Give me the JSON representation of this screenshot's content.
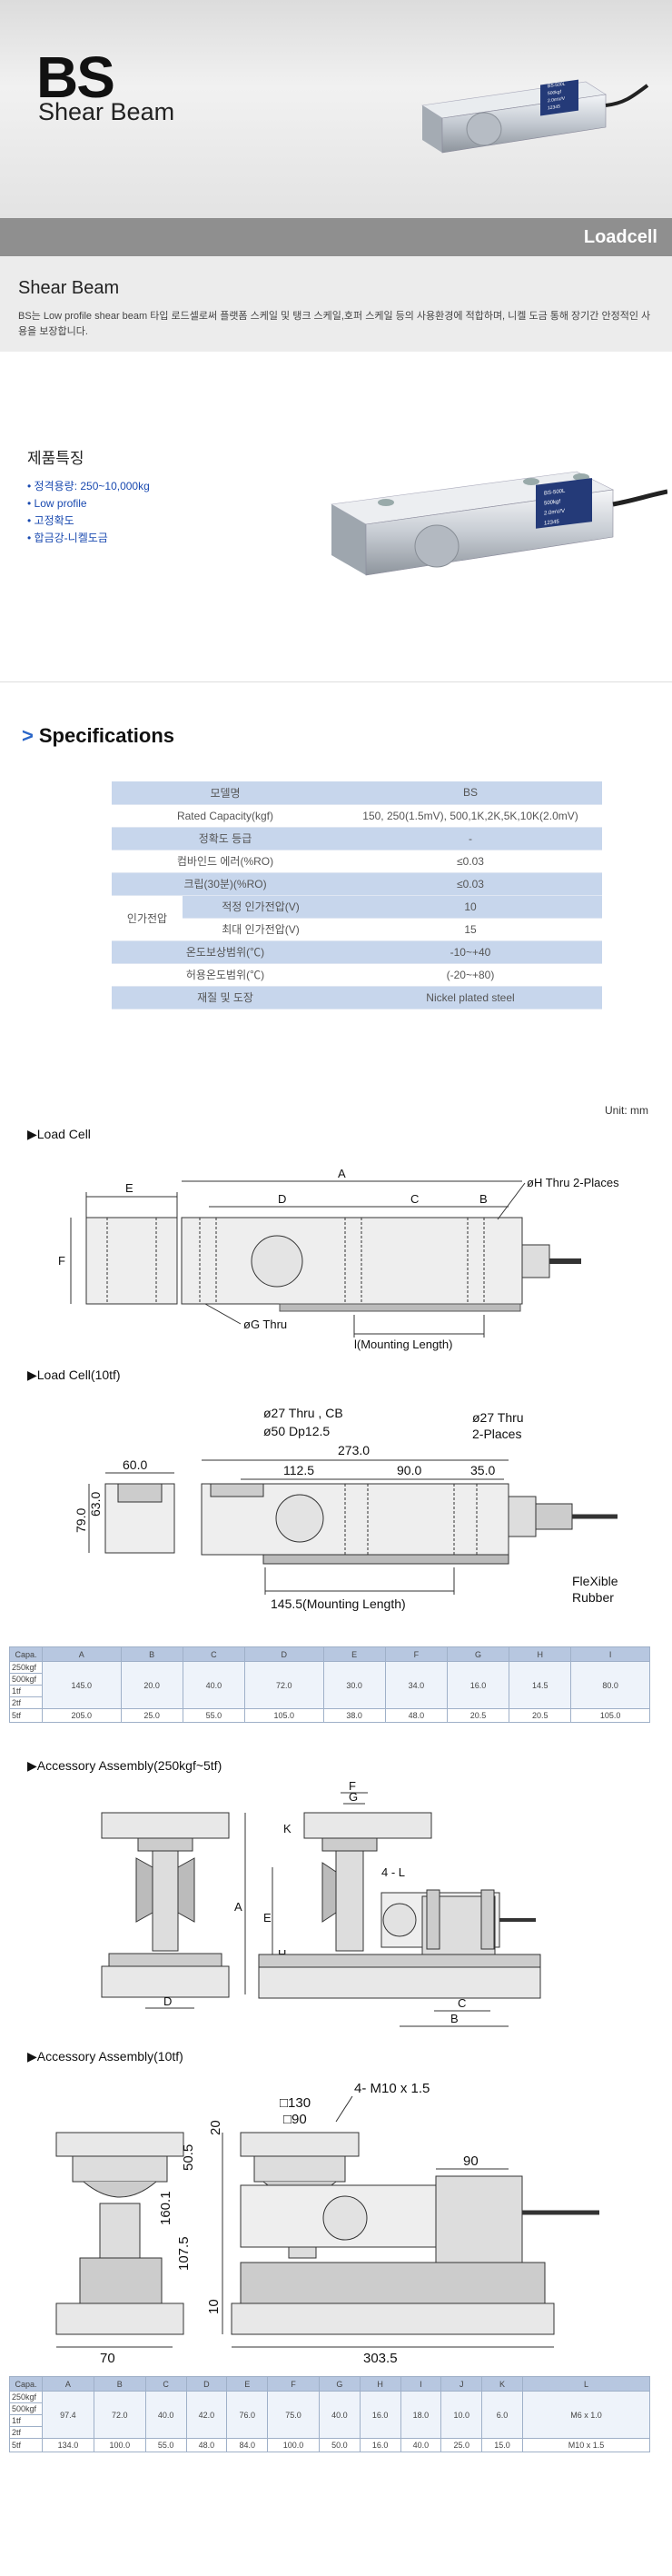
{
  "hero": {
    "model": "BS",
    "type": "Shear Beam",
    "band": "Loadcell",
    "plate": [
      "BS-500L",
      "500kgf",
      "2.0mV/V",
      "12345"
    ]
  },
  "intro": {
    "title": "Shear Beam",
    "desc": "BS는 Low profile shear beam 타입 로드셀로써 플랫폼 스케일 및 탱크 스케일,호퍼 스케일 등의 사용환경에 적합하며, 니켈 도금 통해 장기간 안정적인 사용을 보장합니다."
  },
  "features": {
    "title": "제품특징",
    "items": [
      "정격용량: 250~10,000kg",
      "Low profile",
      "고정확도",
      "합금강-니켈도금"
    ],
    "plate": [
      "BS-500L",
      "500kgf",
      "2.0mV/V",
      "12345"
    ]
  },
  "spec": {
    "title": "Specifications",
    "rows": [
      {
        "label": "모델명",
        "value": "BS",
        "blue": true
      },
      {
        "label": "Rated Capacity(kgf)",
        "value": "150, 250(1.5mV), 500,1K,2K,5K,10K(2.0mV)",
        "blue": false
      },
      {
        "label": "정확도 등급",
        "value": "-",
        "blue": true
      },
      {
        "label": "컴바인드 에러(%RO)",
        "value": "≤0.03",
        "blue": false
      },
      {
        "label": "크립(30분)(%RO)",
        "value": "≤0.03",
        "blue": true
      }
    ],
    "group_label": "인가전압",
    "group_rows": [
      {
        "label": "적정 인가전압(V)",
        "value": "10"
      },
      {
        "label": "최대 인가전압(V)",
        "value": "15"
      }
    ],
    "rows2": [
      {
        "label": "온도보상범위(℃)",
        "value": "-10~+40",
        "blue": true
      },
      {
        "label": "허용온도범위(℃)",
        "value": "(-20~+80)",
        "blue": false
      },
      {
        "label": "재질 및 도장",
        "value": "Nickel plated steel",
        "blue": true
      }
    ]
  },
  "unit": "Unit: mm",
  "d1": {
    "title": "▶Load Cell",
    "A": "A",
    "B": "B",
    "C": "C",
    "D": "D",
    "E": "E",
    "F": "F",
    "hole": "øH Thru 2-Places",
    "g": "øG Thru",
    "l": "l(Mounting Length)"
  },
  "d2": {
    "title": "▶Load Cell(10tf)",
    "cb": "ø27 Thru , CB",
    "dp": "ø50 Dp12.5",
    "thru": "ø27 Thru",
    "places": "2-Places",
    "l273": "273.0",
    "l1125": "112.5",
    "l90": "90.0",
    "l35": "35.0",
    "l60": "60.0",
    "l79": "79.0",
    "l63": "63.0",
    "ml": "145.5(Mounting Length)",
    "fx1": "FleXible",
    "fx2": "Rubber"
  },
  "t1": {
    "headers": [
      "Capa.",
      "A",
      "B",
      "C",
      "D",
      "E",
      "F",
      "G",
      "H",
      "I"
    ],
    "caps": [
      "250kgf",
      "500kgf",
      "1tf",
      "2tf"
    ],
    "merged": [
      "145.0",
      "20.0",
      "40.0",
      "72.0",
      "30.0",
      "34.0",
      "16.0",
      "14.5",
      "80.0"
    ],
    "last": [
      "5tf",
      "205.0",
      "25.0",
      "55.0",
      "105.0",
      "38.0",
      "48.0",
      "20.5",
      "20.5",
      "105.0"
    ]
  },
  "d3": {
    "title": "▶Accessory Assembly(250kgf~5tf)",
    "F": "F",
    "G": "G",
    "K": "K",
    "L": "4 - L",
    "A": "A",
    "E": "E",
    "H": "H",
    "D": "D",
    "C": "C",
    "B": "B"
  },
  "d4": {
    "title": "▶Accessory Assembly(10tf)",
    "m10": "4- M10 x 1.5",
    "s130": "□130",
    "s90": "□90",
    "d20": "20",
    "d505": "50.5",
    "d1601": "160.1",
    "d1075": "107.5",
    "d10": "10",
    "d90": "90",
    "d70": "70",
    "d3035": "303.5"
  },
  "t2": {
    "headers": [
      "Capa.",
      "A",
      "B",
      "C",
      "D",
      "E",
      "F",
      "G",
      "H",
      "I",
      "J",
      "K",
      "L"
    ],
    "caps": [
      "250kgf",
      "500kgf",
      "1tf",
      "2tf"
    ],
    "merged": [
      "97.4",
      "72.0",
      "40.0",
      "42.0",
      "76.0",
      "75.0",
      "40.0",
      "16.0",
      "18.0",
      "10.0",
      "6.0",
      "M6 x 1.0"
    ],
    "last": [
      "5tf",
      "134.0",
      "100.0",
      "55.0",
      "48.0",
      "84.0",
      "100.0",
      "50.0",
      "16.0",
      "40.0",
      "25.0",
      "15.0",
      "M10 x 1.5"
    ]
  }
}
